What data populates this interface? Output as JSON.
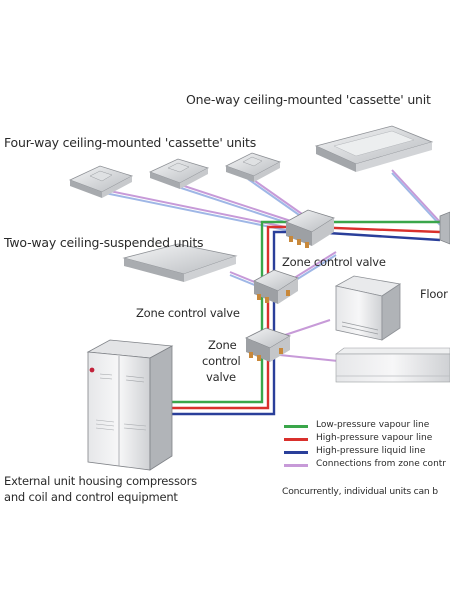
{
  "labels": {
    "one_way": "One-way ceiling-mounted 'cassette' unit",
    "four_way": "Four-way ceiling-mounted 'cassette' units",
    "two_way": "Two-way ceiling-suspended units",
    "zone1": "Zone control valve",
    "zone2": "Zone control valve",
    "zone3_a": "Zone",
    "zone3_b": "control",
    "zone3_c": "valve",
    "floor": "Floor",
    "external_a": "External unit housing compressors",
    "external_b": "and coil and control equipment",
    "concurrent": "Concurrently, individual units can b"
  },
  "legend": [
    {
      "text": "Low-pressure vapour line",
      "color": "#3aa64a"
    },
    {
      "text": "High-pressure vapour line",
      "color": "#d9302c"
    },
    {
      "text": "High-pressure liquid line",
      "color": "#2a3f9a"
    },
    {
      "text": "Connections from zone contr",
      "color": "#c79ad8"
    }
  ],
  "colors": {
    "low_vapour": "#3aa64a",
    "high_vapour": "#d9302c",
    "high_liquid": "#2a3f9a",
    "zone_conn": "#c79ad8"
  }
}
